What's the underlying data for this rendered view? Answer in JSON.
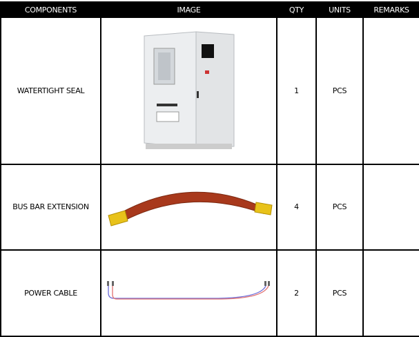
{
  "headers": {
    "components": "COMPONENTS",
    "image": "IMAGE",
    "qty": "QTY",
    "units": "UNITS",
    "remarks": "REMARKS"
  },
  "rows": [
    {
      "component": "WATERTIGHT SEAL",
      "image": "outdoor-cabinet",
      "qty": "1",
      "units": "PCS",
      "remarks": ""
    },
    {
      "component": "BUS BAR EXTENSION",
      "image": "bus-bar",
      "qty": "4",
      "units": "PCS",
      "remarks": ""
    },
    {
      "component": "POWER CABLE",
      "image": "power-cable",
      "qty": "2",
      "units": "PCS",
      "remarks": ""
    }
  ]
}
